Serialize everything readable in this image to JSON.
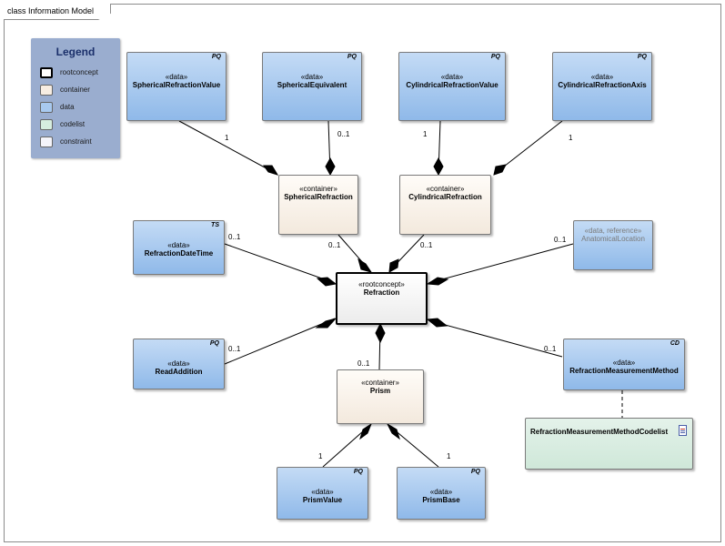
{
  "frame": {
    "title": "class Information Model"
  },
  "legend": {
    "title": "Legend",
    "items": [
      {
        "label": "rootconcept",
        "color": "#ffffff"
      },
      {
        "label": "container",
        "color": "#f7ede2"
      },
      {
        "label": "data",
        "color": "#a8c9ef"
      },
      {
        "label": "codelist",
        "color": "#d6eddf"
      },
      {
        "label": "constraint",
        "color": "#f4f4fa"
      }
    ]
  },
  "nodes": {
    "spherical_refraction_value": {
      "stereotype": "«data»",
      "name": "SphericalRefractionValue",
      "tag": "PQ"
    },
    "spherical_equivalent": {
      "stereotype": "«data»",
      "name": "SphericalEquivalent",
      "tag": "PQ"
    },
    "cylindrical_refraction_value": {
      "stereotype": "«data»",
      "name": "CylindricalRefractionValue",
      "tag": "PQ"
    },
    "cylindrical_refraction_axis": {
      "stereotype": "«data»",
      "name": "CylindricalRefractionAxis",
      "tag": "PQ"
    },
    "spherical_refraction": {
      "stereotype": "«container»",
      "name": "SphericalRefraction"
    },
    "cylindrical_refraction": {
      "stereotype": "«container»",
      "name": "CylindricalRefraction"
    },
    "refraction_date_time": {
      "stereotype": "«data»",
      "name": "RefractionDateTime",
      "tag": "TS"
    },
    "anatomical_location": {
      "stereotype": "«data, reference»",
      "name": "AnatomicalLocation"
    },
    "refraction": {
      "stereotype": "«rootconcept»",
      "name": "Refraction"
    },
    "read_addition": {
      "stereotype": "«data»",
      "name": "ReadAddition",
      "tag": "PQ"
    },
    "refraction_measurement_method": {
      "stereotype": "«data»",
      "name": "RefractionMeasurementMethod",
      "tag": "CD"
    },
    "prism": {
      "stereotype": "«container»",
      "name": "Prism"
    },
    "codelist": {
      "name": "RefractionMeasurementMethodCodelist"
    },
    "prism_value": {
      "stereotype": "«data»",
      "name": "PrismValue",
      "tag": "PQ"
    },
    "prism_base": {
      "stereotype": "«data»",
      "name": "PrismBase",
      "tag": "PQ"
    }
  },
  "multiplicities": {
    "m_srv": "1",
    "m_se": "0..1",
    "m_crv": "1",
    "m_cra": "1",
    "m_sr_root": "0..1",
    "m_cr_root": "0..1",
    "m_rdt": "0..1",
    "m_al": "0..1",
    "m_ra": "0..1",
    "m_prism_root": "0..1",
    "m_rmm": "0..1",
    "m_pv": "1",
    "m_pb": "1"
  }
}
